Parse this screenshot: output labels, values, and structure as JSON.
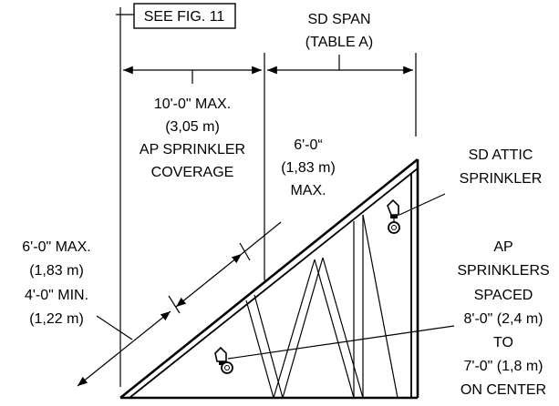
{
  "labels": {
    "see_fig": "SEE FIG. 11",
    "sd_span": [
      "SD SPAN",
      "(TABLE A)"
    ],
    "ap_coverage": [
      "10'-0\" MAX.",
      "(3,05 m)",
      "AP SPRINKLER",
      "COVERAGE"
    ],
    "slope_max": [
      "6'-0“",
      "(1,83 m)",
      "MAX."
    ],
    "sd_attic": [
      "SD ATTIC",
      "SPRINKLER"
    ],
    "eave_dim": [
      "6'-0\" MAX.",
      "(1,83 m)",
      "4'-0\" MIN.",
      "(1,22 m)"
    ],
    "ap_spaced": [
      "AP",
      "SPRINKLERS",
      "SPACED",
      "8'-0\" (2,4 m)",
      "TO",
      "7'-0\" (1,8 m)",
      "ON CENTER"
    ]
  }
}
